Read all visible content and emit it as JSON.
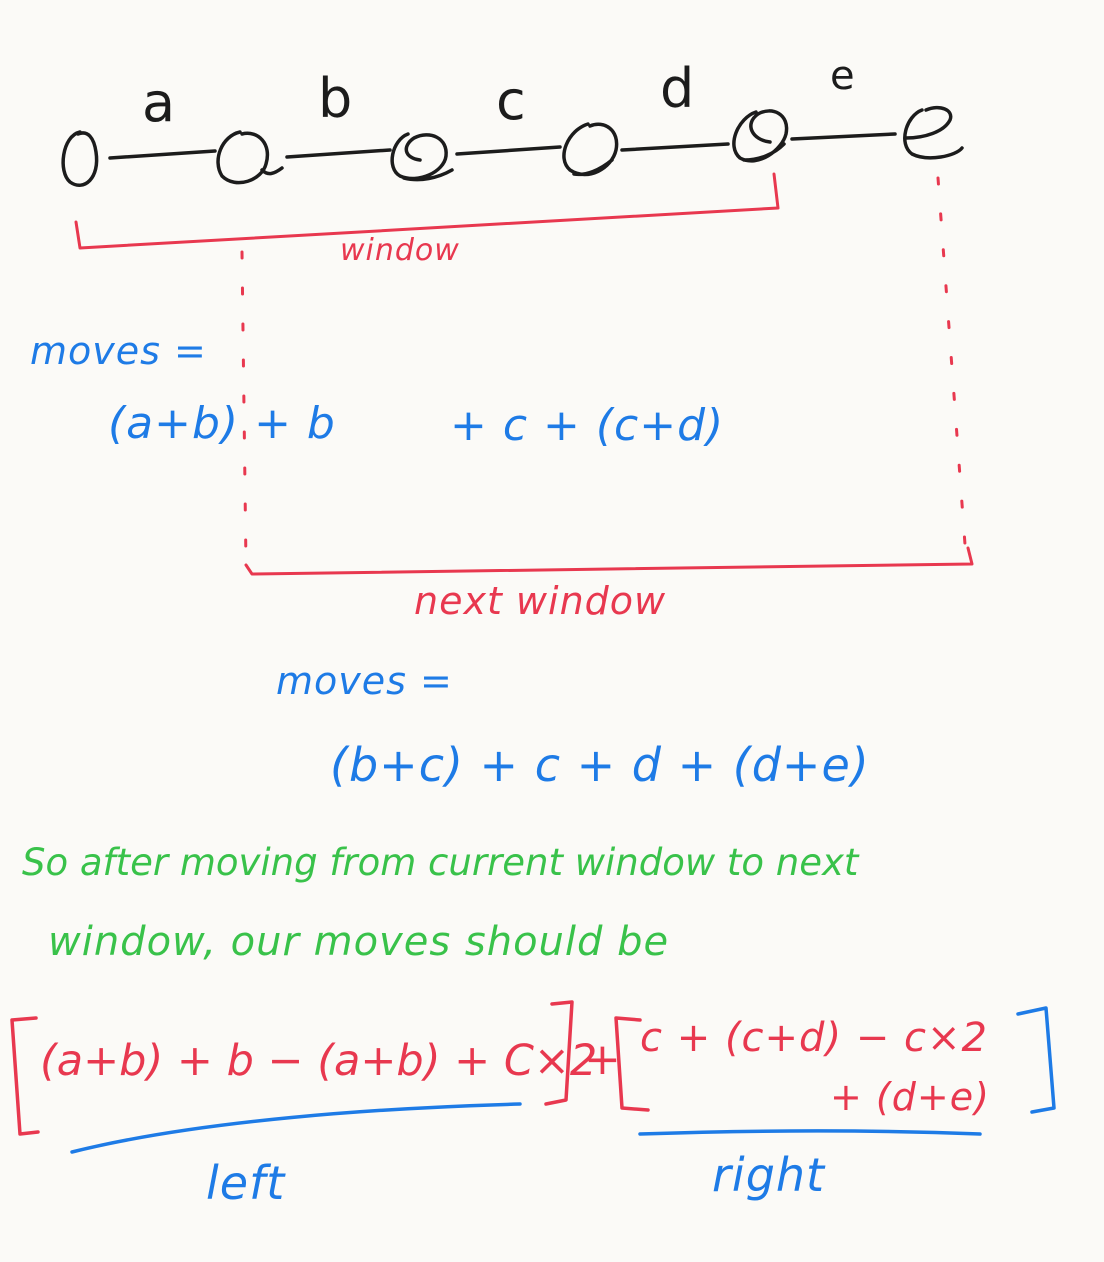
{
  "chain": {
    "edge_labels": [
      "a",
      "b",
      "c",
      "d",
      "e"
    ],
    "node_count": 6
  },
  "window": {
    "label": "window",
    "color": "#e8384f"
  },
  "current_moves": {
    "label": "moves =",
    "expr_left": "(a+b) + b",
    "expr_right": "+ c + (c+d)"
  },
  "next_window": {
    "label": "next window"
  },
  "next_moves": {
    "label": "moves =",
    "expr": "(b+c) + c   + d + (d+e)"
  },
  "conclusion": {
    "line1": "So after moving from current window to next",
    "line2": "window, our moves should be"
  },
  "formula": {
    "left": "(a+b) + b − (a+b) + C×2",
    "plus": "+",
    "right_top": "c + (c+d) − c×2",
    "right_bottom": "+ (d+e)",
    "left_label": "left",
    "right_label": "right"
  },
  "colors": {
    "ink": "#1c1c1c",
    "red": "#e8384f",
    "blue": "#1e7be6",
    "green": "#39c24a"
  }
}
